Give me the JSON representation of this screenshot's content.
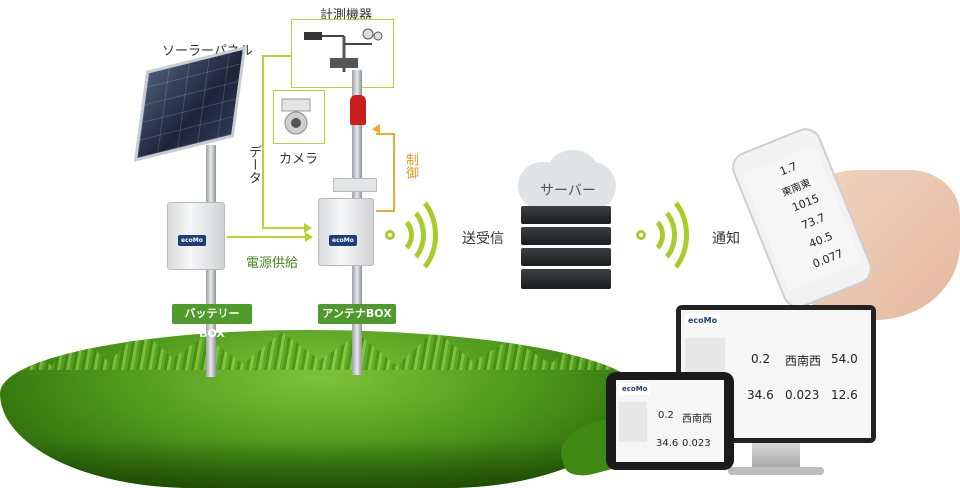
{
  "labels": {
    "solar_panel": "ソーラーパネル",
    "instruments": "計測機器",
    "camera": "カメラ",
    "data": "データ",
    "control": "制御",
    "power_supply": "電源供給",
    "battery_box": "バッテリーBOX",
    "antenna_box": "アンテナBOX",
    "send_receive": "送受信",
    "server": "サーバー",
    "notification": "通知",
    "logo": "ecoMo"
  },
  "dashboard": {
    "values": [
      "0.2",
      "西南西",
      "54.0",
      "34.6",
      "0.023",
      "12.6"
    ],
    "phone_values": [
      "1.7",
      "東南東",
      "1015",
      "73.7",
      "40.5",
      "0.077"
    ]
  },
  "colors": {
    "line_green": "#b9d431",
    "line_orange": "#f0a833",
    "tag_green": "#4e9a2a",
    "wave_green": "#a8cc2a"
  }
}
